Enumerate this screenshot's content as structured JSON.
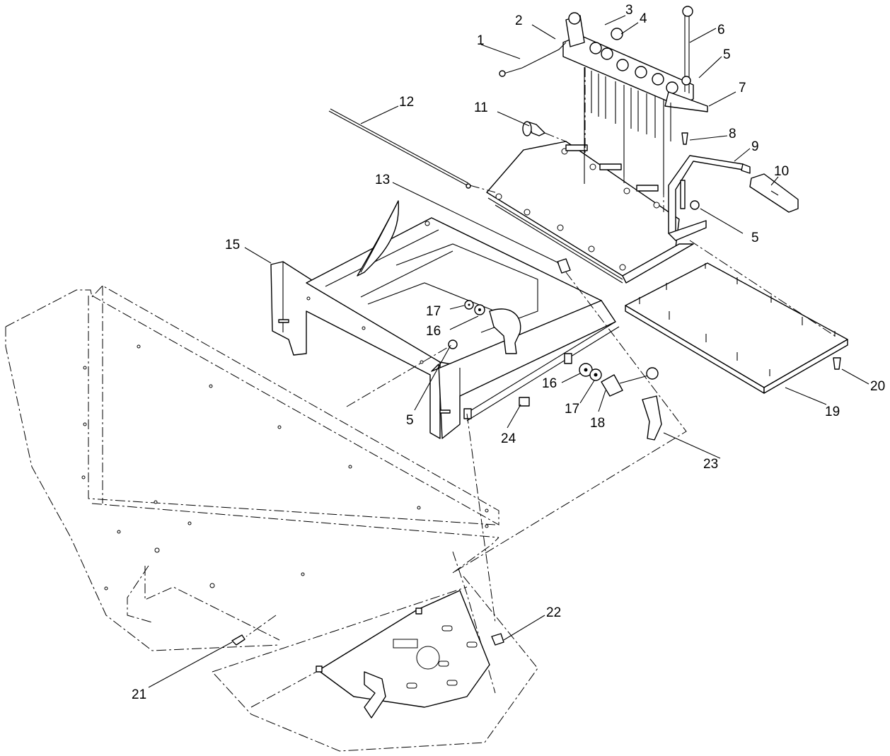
{
  "callouts": [
    {
      "label": "1"
    },
    {
      "label": "2"
    },
    {
      "label": "3"
    },
    {
      "label": "4"
    },
    {
      "label": "5"
    },
    {
      "label": "6"
    },
    {
      "label": "7"
    },
    {
      "label": "8"
    },
    {
      "label": "9"
    },
    {
      "label": "10"
    },
    {
      "label": "11"
    },
    {
      "label": "12"
    },
    {
      "label": "13"
    },
    {
      "label": "15"
    },
    {
      "label": "17"
    },
    {
      "label": "16"
    },
    {
      "label": "5"
    },
    {
      "label": "16"
    },
    {
      "label": "17"
    },
    {
      "label": "18"
    },
    {
      "label": "24"
    },
    {
      "label": "23"
    },
    {
      "label": "19"
    },
    {
      "label": "20"
    },
    {
      "label": "5"
    },
    {
      "label": "22"
    },
    {
      "label": "21"
    }
  ]
}
